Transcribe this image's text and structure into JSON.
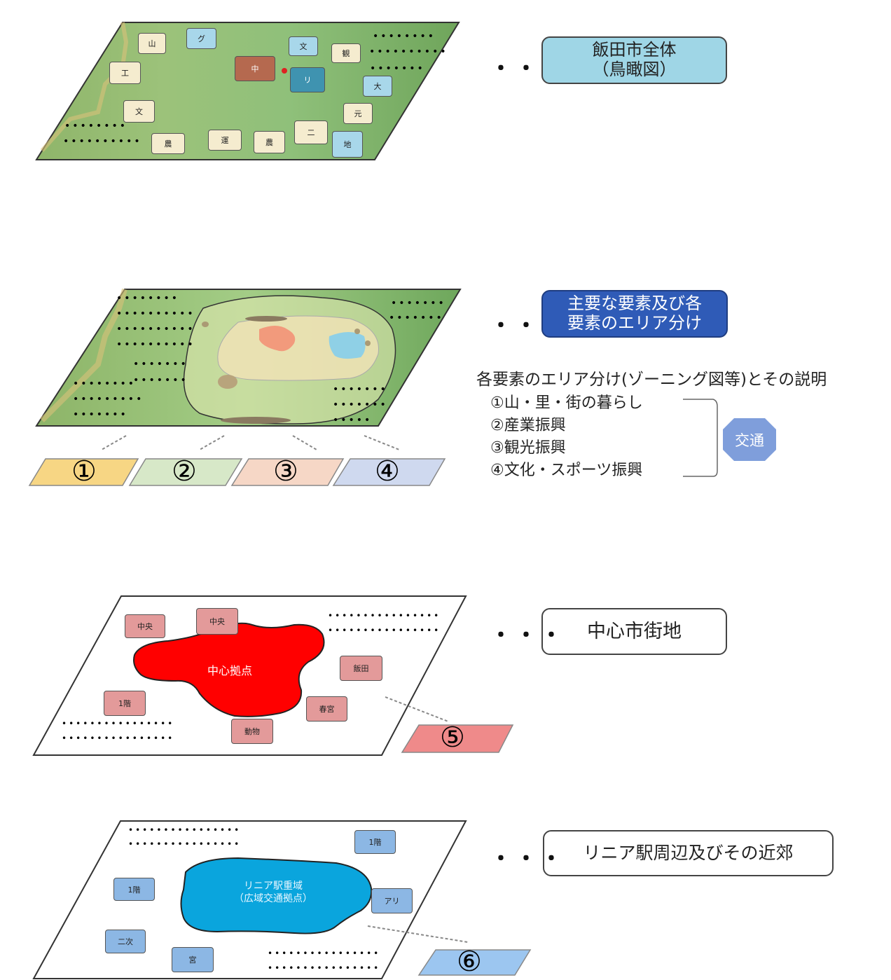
{
  "layer1": {
    "label": "飯田市全体\n（鳥瞰図）",
    "tags": [
      "山",
      "グ",
      "文",
      "観",
      "工",
      "中",
      "リ",
      "大",
      "文",
      "元",
      "農",
      "運",
      "農",
      "二",
      "地"
    ],
    "label_color": "#9fd6e6"
  },
  "layer2": {
    "label": "主要な要素及び各\n要素のエリア分け",
    "label_color": "#2f5bb7",
    "zones": [
      {
        "num": "①",
        "color": "#f7d684"
      },
      {
        "num": "②",
        "color": "#d7e8c8"
      },
      {
        "num": "③",
        "color": "#f6d7c6"
      },
      {
        "num": "④",
        "color": "#cfd9ef"
      }
    ],
    "explain_title": "各要素のエリア分け(ゾーニング図等)とその説明",
    "explain_items": [
      "①山・里・街の暮らし",
      "②産業振興",
      "③観光振興",
      "④文化・スポーツ振興"
    ],
    "traffic": "交通"
  },
  "layer3": {
    "label": "中心市街地",
    "core": "中心拠点",
    "tags": [
      "中央",
      "中央",
      "飯田",
      "1階",
      "春宮",
      "動物"
    ],
    "zone_num": "⑤",
    "zone_color": "#ef8a8a"
  },
  "layer4": {
    "label": "リニア駅周辺及びその近郊",
    "core_line1": "リニア駅重域",
    "core_line2": "（広域交通拠点）",
    "tags": [
      "1階",
      "1階",
      "アリ",
      "二次",
      "宮"
    ],
    "zone_num": "⑥",
    "zone_color": "#9cc6f0"
  },
  "ellipsis": "・・・"
}
